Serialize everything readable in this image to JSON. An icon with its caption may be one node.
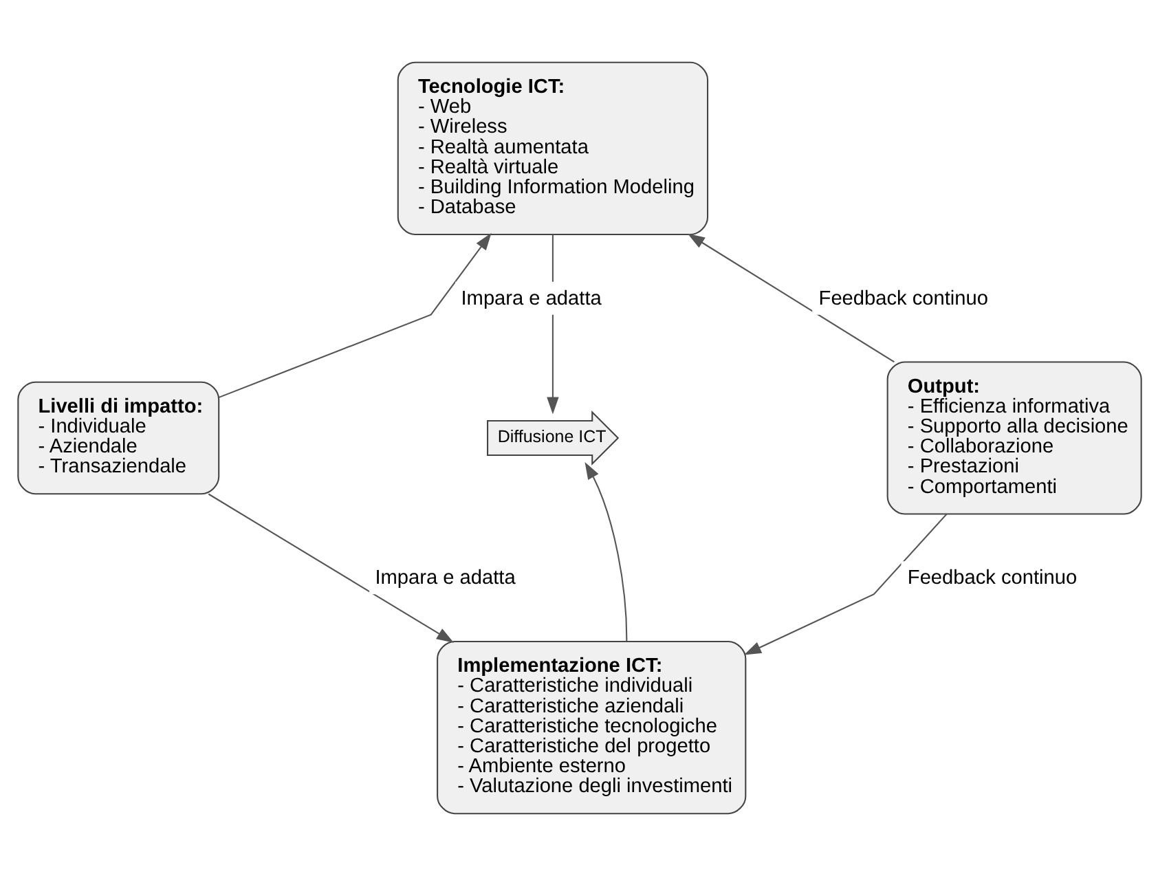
{
  "diagram": {
    "nodes": [
      {
        "text": [
          "Tecnologie ICT:",
          "- Web",
          "- Wireless",
          "- Realtà aumentata",
          "- Realtà virtuale",
          "- Building Information Modeling",
          "- Database"
        ]
      },
      {
        "text": [
          "Livelli di impatto:",
          "- Individuale",
          "- Aziendale",
          "- Transaziendale"
        ]
      },
      {
        "text": [
          "Diffusione ICT"
        ]
      },
      {
        "text": [
          "Output:",
          "- Efficienza informativa",
          "- Supporto alla decisione",
          "- Collaborazione",
          "- Prestazioni",
          "- Comportamenti"
        ]
      },
      {
        "text": [
          "Implementazione ICT:",
          "- Caratteristiche individuali",
          "- Caratteristiche aziendali",
          "- Caratteristiche tecnologiche",
          "- Caratteristiche del progetto",
          "- Ambiente esterno",
          "- Valutazione degli investimenti"
        ]
      }
    ],
    "edges": [
      {
        "from": 1,
        "to": 0,
        "arrow": "to",
        "label": "Impara e adatta"
      },
      {
        "from": 3,
        "to": 0,
        "arrow": "to",
        "label": "Feedback continuo"
      },
      {
        "from": 0,
        "to": 2,
        "arrow": "to"
      },
      {
        "from": 4,
        "to": 2,
        "arrow": "to"
      },
      {
        "from": 1,
        "to": 4,
        "arrow": "to",
        "label": "Impara e adatta"
      },
      {
        "from": 3,
        "to": 4,
        "arrow": "to",
        "label": "Feedback continuo"
      }
    ]
  }
}
